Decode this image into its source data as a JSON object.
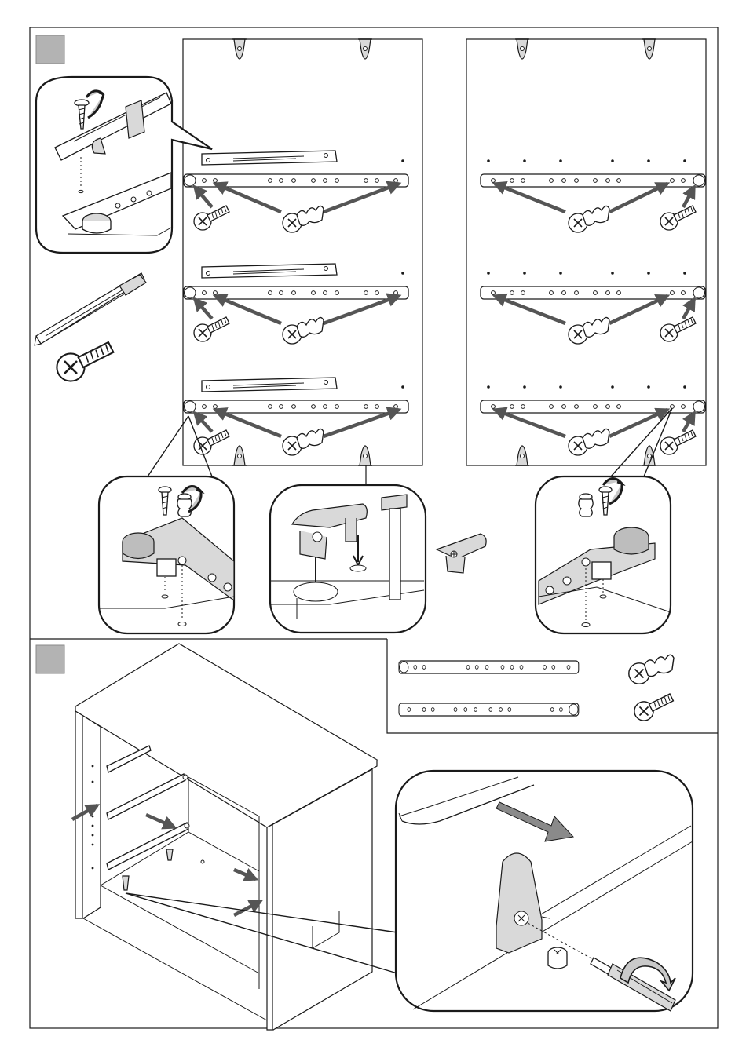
{
  "page": {
    "background": "#ffffff",
    "line_color": "#1a1a1a",
    "arrow_color": "#555555",
    "step_marker_color": "#b3b3b3"
  },
  "steps": [
    {
      "marker": "step-1-marker",
      "content": "drawer-runner-mounting"
    },
    {
      "marker": "step-2-marker",
      "content": "cabinet-runner-mounting"
    }
  ],
  "icons": [
    "rotate-arrow-icon",
    "screw-icon",
    "dowel-icon",
    "hammer-icon",
    "screwdriver-icon",
    "runner-icon",
    "drawer-stop-icon"
  ]
}
